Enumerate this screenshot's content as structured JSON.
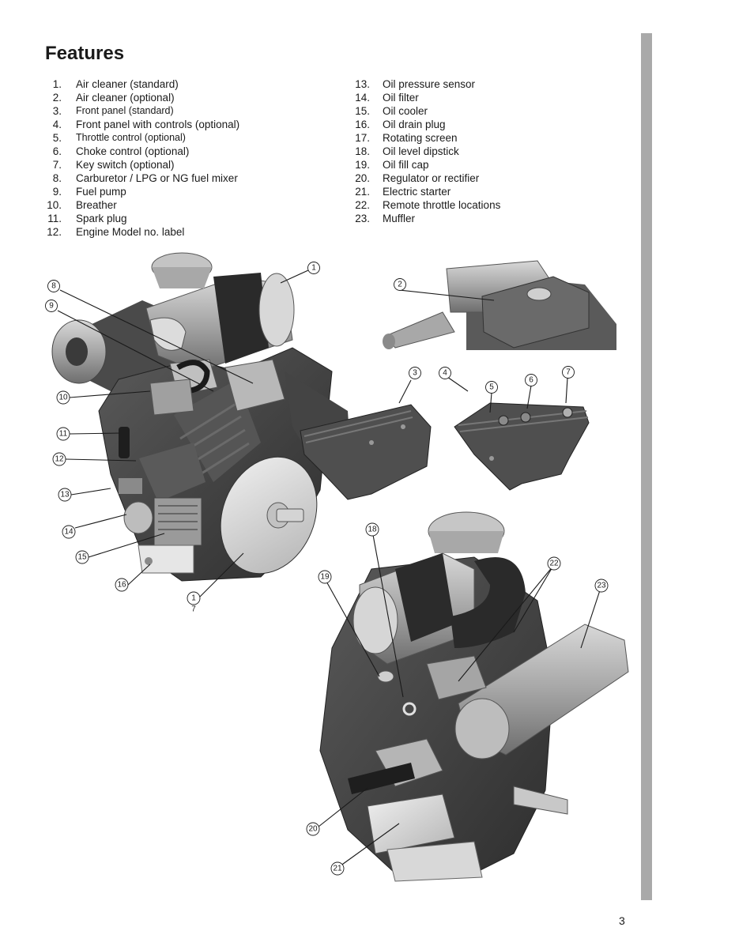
{
  "title": "Features",
  "features_left": [
    {
      "num": "1.",
      "label": "Air cleaner (standard)"
    },
    {
      "num": "2.",
      "label": "Air cleaner (optional)"
    },
    {
      "num": "3.",
      "label": "Front panel (standard)"
    },
    {
      "num": "4.",
      "label": "Front panel with controls (optional)"
    },
    {
      "num": "5.",
      "label": "Throttle control (optional)"
    },
    {
      "num": "6.",
      "label": "Choke control (optional)"
    },
    {
      "num": "7.",
      "label": "Key switch (optional)"
    },
    {
      "num": "8.",
      "label": "Carburetor / LPG or NG fuel mixer"
    },
    {
      "num": "9.",
      "label": "Fuel pump"
    },
    {
      "num": "10.",
      "label": "Breather"
    },
    {
      "num": "11.",
      "label": "Spark plug"
    },
    {
      "num": "12.",
      "label": "Engine Model no. label"
    }
  ],
  "features_right": [
    {
      "num": "13.",
      "label": "Oil pressure sensor"
    },
    {
      "num": "14.",
      "label": "Oil filter"
    },
    {
      "num": "15.",
      "label": "Oil cooler"
    },
    {
      "num": "16.",
      "label": "Oil drain plug"
    },
    {
      "num": "17.",
      "label": "Rotating screen"
    },
    {
      "num": "18.",
      "label": "Oil level dipstick"
    },
    {
      "num": "19.",
      "label": "Oil fill cap"
    },
    {
      "num": "20.",
      "label": "Regulator or rectifier"
    },
    {
      "num": "21.",
      "label": "Electric starter"
    },
    {
      "num": "22.",
      "label": "Remote throttle locations"
    },
    {
      "num": "23.",
      "label": "Muffler"
    }
  ],
  "callouts": {
    "c1": "1",
    "c2": "2",
    "c3": "3",
    "c4": "4",
    "c5": "5",
    "c6": "6",
    "c7": "7",
    "c8": "8",
    "c9": "9",
    "c10": "10",
    "c11": "11",
    "c12": "12",
    "c13": "13",
    "c14": "14",
    "c15": "15",
    "c16": "16",
    "c17a": "1",
    "c17b": "7",
    "c18": "18",
    "c19": "19",
    "c20": "20",
    "c21": "21",
    "c22": "22",
    "c23": "23"
  },
  "page_number": "3",
  "colors": {
    "sidebar": "#a9a9a9",
    "engine_dark": "#3c3c3c",
    "engine_mid": "#7a7a7a",
    "engine_light": "#c8c8c8"
  }
}
